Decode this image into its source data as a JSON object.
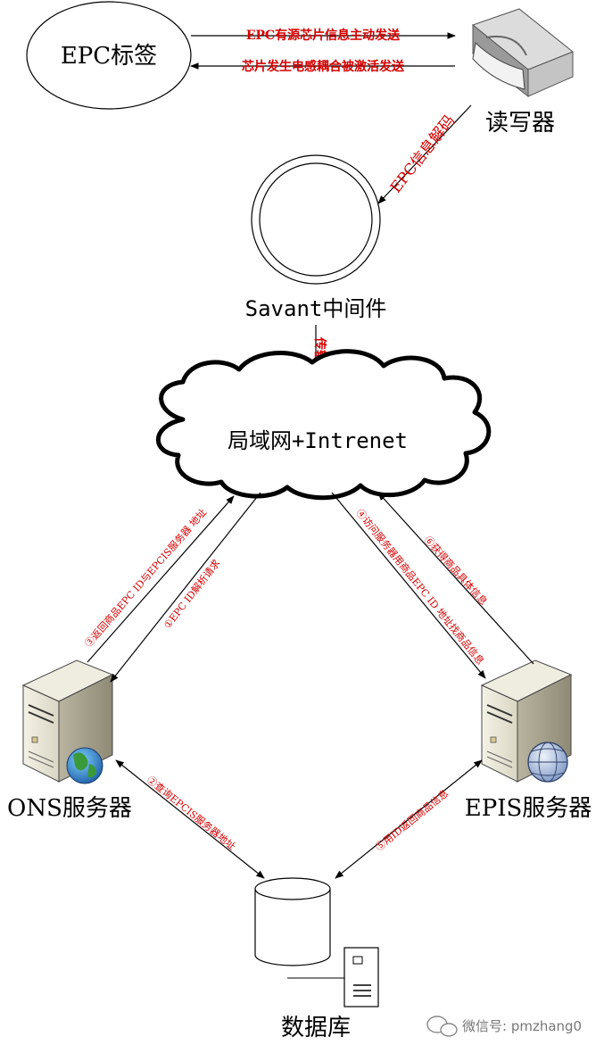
{
  "nodes": {
    "epc_tag": "EPC标签",
    "reader": "读写器",
    "savant": "Savant中间件",
    "network": "局域网+Intrenet",
    "ons": "ONS服务器",
    "epis": "EPIS服务器",
    "database": "数据库"
  },
  "edges": {
    "tag_to_reader": "EPC有源芯片信息主动发送",
    "reader_to_tag": "芯片发生电感耦合被激活发送",
    "reader_to_savant": "EPC信息解码",
    "savant_to_network": "传输",
    "ons_to_network": "③返回商品EPC ID与EPCIS服务器 地址",
    "network_to_ons": "①EPC ID解析请求",
    "ons_to_db": "②查询EPCIS服务器地址",
    "network_to_epis": "④访问服务器用商品EPC ID 地址找商品信息",
    "epis_to_network": "⑥获得商品具体信息",
    "epis_to_db": "⑤用ID返回商品信息"
  },
  "watermark": "微信号: pmzhang0",
  "colors": {
    "label_red": "#d40000",
    "globe_green": "#3a9a3a",
    "globe_blue": "#8aa8d8",
    "server_body": "#e8e6d8"
  }
}
